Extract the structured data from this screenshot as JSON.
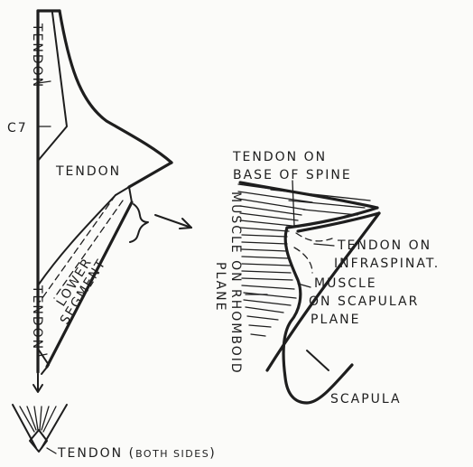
{
  "labels": {
    "tendon_top_vertical": "TENDON",
    "c7": "C7",
    "tendon_mid": "TENDON",
    "lower_segment_1": "LOWER",
    "lower_segment_2": "SEGMENT",
    "tendon_bottom_vertical": "TENDON",
    "tendon_both_sides_main": "TENDON (",
    "tendon_both_sides_small": "BOTH SIDES",
    "tendon_both_sides_close": ")",
    "tendon_on_base_1": "TENDON ON",
    "tendon_on_base_2": "BASE OF SPINE",
    "muscle_on_rhomboid_1": "MUSCLE ON RHOMBOID",
    "muscle_on_rhomboid_2": "PLANE",
    "tendon_on_infraspinat_1": "TENDON ON",
    "tendon_on_infraspinat_2": "INFRASPINAT.",
    "muscle_scapular_1": "MUSCLE",
    "muscle_scapular_2": "ON SCAPULAR",
    "muscle_scapular_3": "PLANE",
    "scapula": "SCAPULA"
  }
}
